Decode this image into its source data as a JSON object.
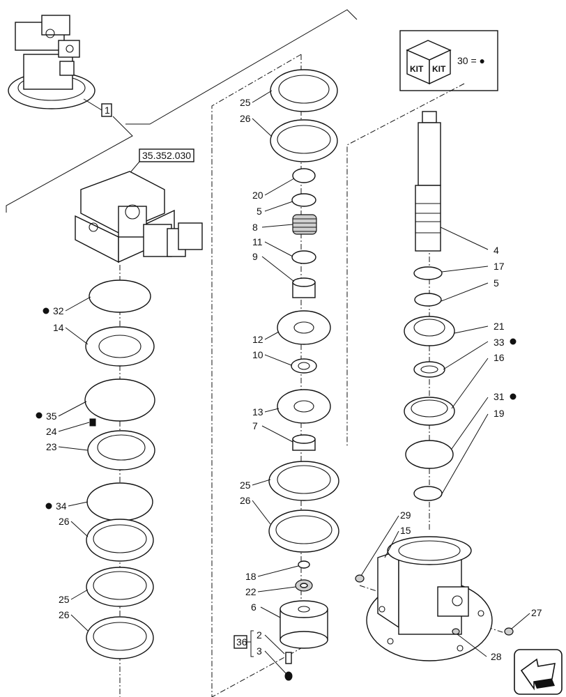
{
  "top_callout": {
    "ref": "1"
  },
  "kit_box": {
    "top_label": "KIT",
    "bottom_label": "KIT",
    "legend": "30 = ●",
    "marker_symbol": "●"
  },
  "group_box": {
    "ref": "36"
  },
  "reference_box": {
    "text": "35.352.030"
  },
  "left_column_labels": [
    {
      "id": "32",
      "marked": true
    },
    {
      "id": "14",
      "marked": false
    },
    {
      "id": "35",
      "marked": true
    },
    {
      "id": "24",
      "marked": false
    },
    {
      "id": "23",
      "marked": false
    },
    {
      "id": "34",
      "marked": true
    },
    {
      "id": "26",
      "marked": false
    },
    {
      "id": "25",
      "marked": false
    },
    {
      "id": "26b",
      "text": "26",
      "marked": false
    }
  ],
  "center_column_labels": [
    "25",
    "26",
    "20",
    "5",
    "8",
    "11",
    "9",
    "12",
    "10",
    "13",
    "7",
    "25",
    "26",
    "18",
    "22",
    "6",
    "2",
    "3"
  ],
  "right_column_labels": [
    "4",
    "17",
    "5",
    "21",
    "33",
    "16",
    "31",
    "19",
    "29",
    "15",
    "27",
    "28"
  ],
  "marker": "●",
  "colors": {
    "line": "#111111",
    "background": "#ffffff",
    "shade": "#cfcfcf"
  },
  "icons": [
    "hydraulic-motor-thumbnail-icon",
    "kit-box-icon",
    "navigation-arrow-icon"
  ]
}
